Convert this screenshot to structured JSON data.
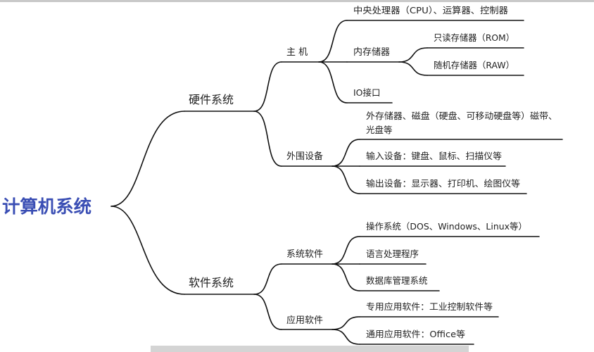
{
  "colors": {
    "line": "#111111",
    "text": "#222222",
    "root": "#3a4eb4"
  },
  "root": {
    "label": "计算机系统"
  },
  "hardware": {
    "label": "硬件系统",
    "host": {
      "label": "主 机",
      "cpu": "中央处理器（CPU）、运算器、控制器",
      "memory": {
        "label": "内存储器",
        "rom": "只读存储器（ROM）",
        "ram": "随机存储器（RAW）"
      },
      "io": "IO接口"
    },
    "peripheral": {
      "label": "外围设备",
      "storage_line1": "外存储器、磁盘（硬盘、可移动硬盘等）磁带、",
      "storage_line2": "光盘等",
      "input": "输入设备：键盘、鼠标、扫描仪等",
      "output": "输出设备：显示器、打印机、绘图仪等"
    }
  },
  "software": {
    "label": "软件系统",
    "system": {
      "label": "系统软件",
      "os": "操作系统（DOS、Windows、Linux等）",
      "language": "语言处理程序",
      "dbms": "数据库管理系统"
    },
    "application": {
      "label": "应用软件",
      "special": "专用应用软件：工业控制软件等",
      "general": "通用应用软件：Office等"
    }
  }
}
